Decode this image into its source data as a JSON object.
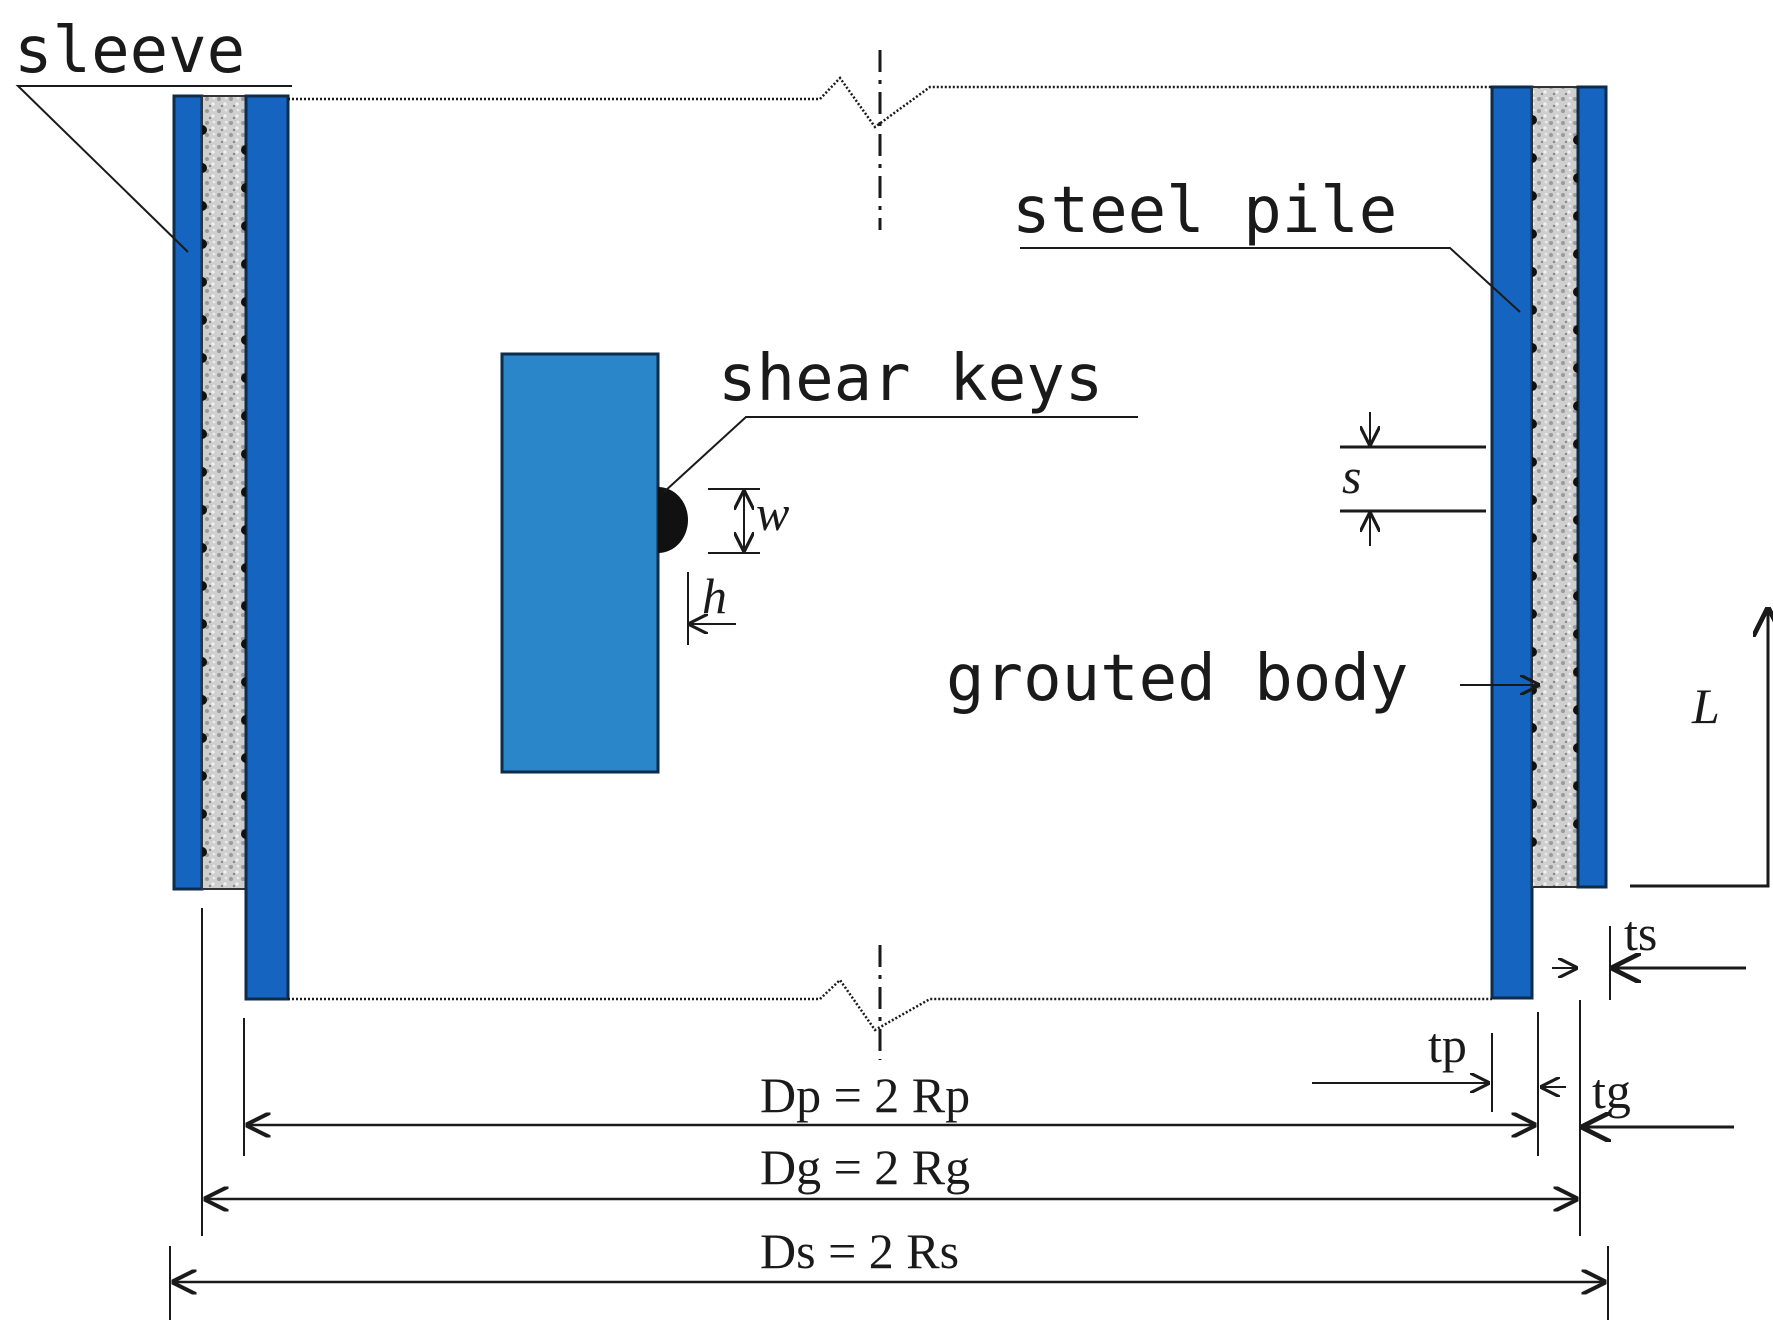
{
  "labels": {
    "sleeve": "sleeve",
    "steel_pile": "steel pile",
    "shear_keys": "shear keys",
    "grouted_body": "grouted body",
    "w": "w",
    "h": "h",
    "s": "s",
    "L": "L",
    "ts": "ts",
    "tp": "tp",
    "tg": "tg",
    "Dp": "Dp = 2 Rp",
    "Dg": "Dg = 2 Rg",
    "Ds": "Ds = 2 Rs"
  },
  "colors": {
    "steel": "#1565c0",
    "steel_light": "#2a86c8",
    "grout": "#cfcfcf",
    "line": "#1a1a1a"
  }
}
